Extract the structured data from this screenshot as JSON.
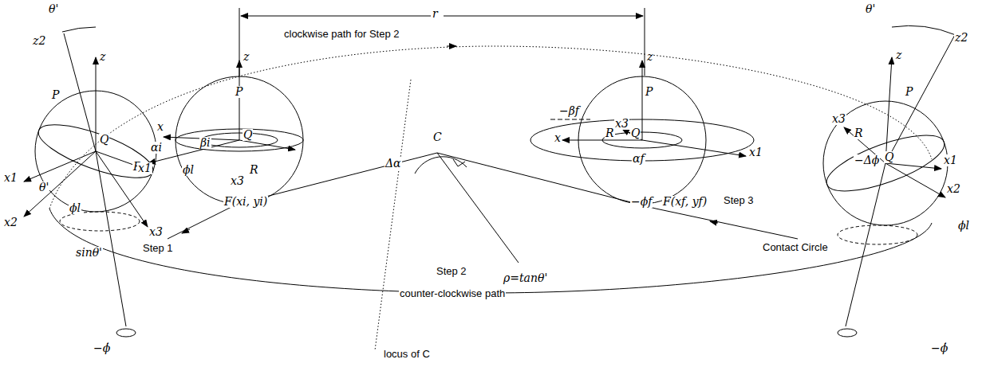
{
  "diagram": {
    "labels": [
      "r",
      "θ'",
      "z2",
      "θ'",
      "z2",
      "z",
      "P",
      "Q",
      "R",
      "x1",
      "θ'",
      "ϕl",
      "x2",
      "x3",
      "sinθ'",
      "Step 1",
      "−ϕ̇",
      "z",
      "P",
      "x",
      "αi",
      "βi",
      "Q",
      "x1",
      "ϕl",
      "R",
      "x3",
      "F(xi, yi)",
      "clockwise path for Step 2",
      "C",
      "Δα",
      "Step 2",
      "counter-clockwise path",
      "locus of C",
      "ρ=tanθ'",
      "z",
      "P",
      "−βf",
      "x3",
      "x",
      "R",
      "Q",
      "αf",
      "x1",
      "−ϕf",
      "F(xf, yf)",
      "Step 3",
      "z",
      "P",
      "x3",
      "R",
      "−Δϕ",
      "Q",
      "x1",
      "x2",
      "ϕl",
      "Contact Circle",
      "−ϕ̇"
    ]
  }
}
